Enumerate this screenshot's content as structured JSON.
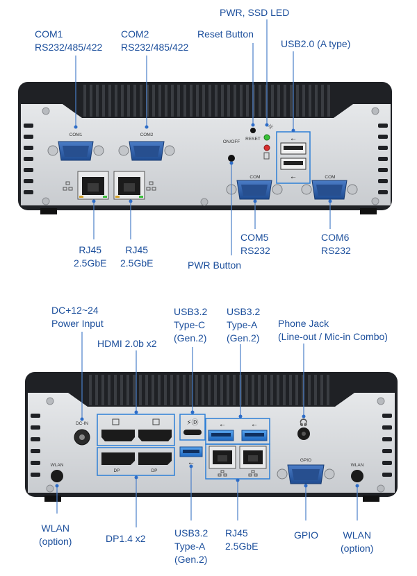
{
  "top_panel": {
    "labels": {
      "com1": [
        "COM1",
        "RS232/485/422"
      ],
      "com2": [
        "COM2",
        "RS232/485/422"
      ],
      "pwr_led": [
        "PWR, SSD LED"
      ],
      "reset": [
        "Reset Button"
      ],
      "usb20": [
        "USB2.0 (A type)"
      ],
      "rj45_left": [
        "RJ45",
        "2.5GbE"
      ],
      "rj45_right": [
        "RJ45",
        "2.5GbE"
      ],
      "com5": [
        "COM5",
        "RS232"
      ],
      "com6": [
        "COM6",
        "RS232"
      ],
      "pwr_button": [
        "PWR Button"
      ]
    },
    "silkscreen": {
      "com1": "COM1",
      "com2": "COM2",
      "onoff": "ON/OFF",
      "reset": "RESET",
      "com5": "COM",
      "com6": "COM"
    }
  },
  "bottom_panel": {
    "labels": {
      "dc": [
        "DC+12~24",
        "Power Input"
      ],
      "hdmi": [
        "HDMI 2.0b x2"
      ],
      "usb32c": [
        "USB3.2",
        "Type-C",
        "(Gen.2)"
      ],
      "usb32a_top": [
        "USB3.2",
        "Type-A",
        "(Gen.2)"
      ],
      "phone": [
        "Phone Jack",
        "(Line-out / Mic-in Combo)"
      ],
      "wlan_left": [
        "WLAN",
        "(option)"
      ],
      "dp": [
        "DP1.4 x2"
      ],
      "usb32a_bottom": [
        "USB3.2",
        "Type-A",
        "(Gen.2)"
      ],
      "rj45": [
        "RJ45",
        "2.5GbE"
      ],
      "gpio": [
        "GPIO"
      ],
      "wlan_right": [
        "WLAN",
        "(option)"
      ]
    },
    "silkscreen": {
      "dcin": "DC-IN",
      "wlan_left": "WLAN",
      "wlan_right": "WLAN",
      "dp1": "DP",
      "dp2": "DP",
      "gpio": "GPIO"
    }
  },
  "colors": {
    "label": "#1c4f9c",
    "leader": "#4a7fc9",
    "chassis": "#d7d9dc",
    "chassis_dark": "#1f2125",
    "db9": "#2f5fa8",
    "usb_blue": "#2d7fd6",
    "led_green": "#38c038",
    "led_red": "#d83030"
  }
}
